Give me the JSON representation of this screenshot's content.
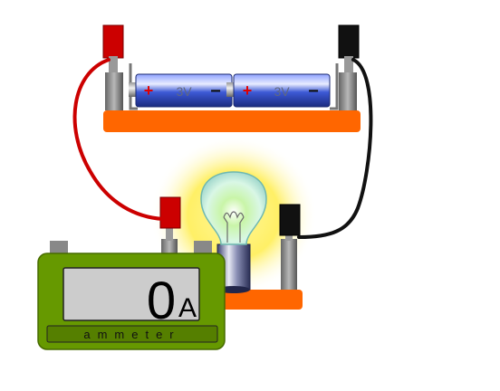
{
  "battery_1": {
    "voltage_label": "3V",
    "positive_sign": "+",
    "negative_sign": "−"
  },
  "battery_2": {
    "voltage_label": "3V",
    "positive_sign": "+",
    "negative_sign": "−"
  },
  "ammeter": {
    "reading": "0",
    "unit": "A",
    "label": "ammeter"
  },
  "colors": {
    "board": "#ff6600",
    "positive_lead": "#cc0000",
    "negative_lead": "#111111",
    "meter_body": "#669900",
    "glow": "#ffee66"
  }
}
